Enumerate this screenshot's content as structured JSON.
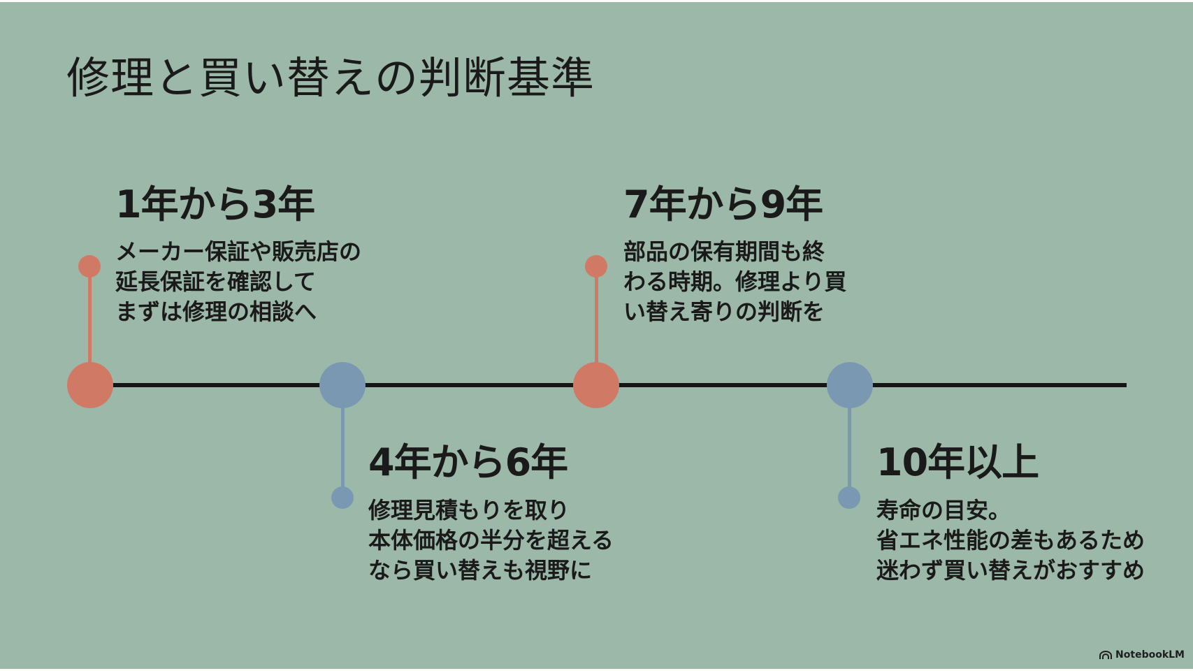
{
  "title": "修理と買い替えの判断基準",
  "colors": {
    "background": "#9cb8a8",
    "accent_orange": "#d07a66",
    "accent_blue": "#7b98b2",
    "axis": "#151515",
    "text": "#1a1a1a"
  },
  "stages": [
    {
      "label": "1年から3年",
      "lines": [
        "メーカー保証や販売店の",
        "延長保証を確認して",
        "まずは修理の相談へ"
      ],
      "color": "orange"
    },
    {
      "label": "4年から6年",
      "lines": [
        "修理見積もりを取り",
        "本体価格の半分を超える",
        "なら買い替えも視野に"
      ],
      "color": "blue"
    },
    {
      "label": "7年から9年",
      "lines": [
        "部品の保有期間も終",
        "わる時期。修理より買",
        "い替え寄りの判断を"
      ],
      "color": "orange"
    },
    {
      "label": "10年以上",
      "lines": [
        "寿命の目安。",
        "省エネ性能の差もあるため",
        "迷わず買い替えがおすすめ"
      ],
      "color": "blue"
    }
  ],
  "brand": {
    "icon": "notebooklm-logo-icon",
    "name": "NotebookLM"
  }
}
